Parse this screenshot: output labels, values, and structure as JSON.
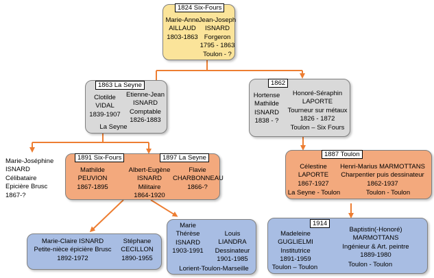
{
  "gen1": {
    "tag": "1824 Six-Fours",
    "spouse_a": "Marie-Anne\nAILLAUD\n1803-1863",
    "spouse_b": "Jean-Joseph\nISNARD\nForgeron\n1795 - 1863\nToulon - ?"
  },
  "gen2_left": {
    "tag": "1863 La Seyne",
    "spouse_a": "Clotilde\nVIDAL\n1839-1907",
    "spouse_b": "Etienne-Jean\nISNARD\nComptable\n1826-1883",
    "place": "La Seyne"
  },
  "gen2_right": {
    "tag": "1862",
    "spouse_a": "Hortense\nMathilde\nISNARD\n1838 - ?",
    "spouse_b": "Honoré-Séraphin\nLAPORTE\nTourneur sur métaux\n1826 - 1872\nToulon – Six Fours"
  },
  "sibling": {
    "text": "Marie-Joséphine\nISNARD\nCélibataire\nEpicière Brusc\n1867-?"
  },
  "gen3_left": {
    "tag_a": "1891 Six-Fours",
    "tag_b": "1897 La Seyne",
    "wife1": "Mathilde\nPEUVION\n1867-1895",
    "husband": "Albert-Eugène\nISNARD\nMilitaire\n1864-1920",
    "wife2": "Flavie\nCHARBONNEAU\n1866-?"
  },
  "gen3_right": {
    "tag": "1887 Toulon",
    "spouse_a": "Célestine\nLAPORTE\n1867-1927",
    "spouse_b": "Henri-Marius MARMOTTANS\nCharpentier puis dessinateur\n1862-1937",
    "place_a": "La Seyne - Toulon",
    "place_b": "Toulon - Toulon"
  },
  "gen4_a": {
    "spouse_a": "Marie-Claire ISNARD\nPetite-nièce épicière Brusc\n1892-1972",
    "spouse_b": "Stéphane\nCECILLON\n1890-1955"
  },
  "gen4_b": {
    "spouse_a": "Marie\nThérèse\nISNARD\n1903-1991",
    "spouse_b": "Louis\nLIANDRA\nDessinateur\n1901-1985",
    "place": "Lorient-Toulon-Marseille"
  },
  "gen4_c": {
    "tag": "1914",
    "spouse_a": "Madeleine\nGUGLIELMI\nInstitutrice\n1891-1959",
    "spouse_b": "Baptistin(-Honoré)\nMARMOTTANS\nIngénieur & Art. peintre\n1889-1980",
    "place_a": "Toulon – Toulon",
    "place_b": "Toulon - Toulon"
  },
  "colors": {
    "gold": "#fbe49a",
    "grey": "#d9d9d9",
    "orange": "#f3a97d",
    "blue": "#a8bde3",
    "connector": "#ed7d31"
  }
}
